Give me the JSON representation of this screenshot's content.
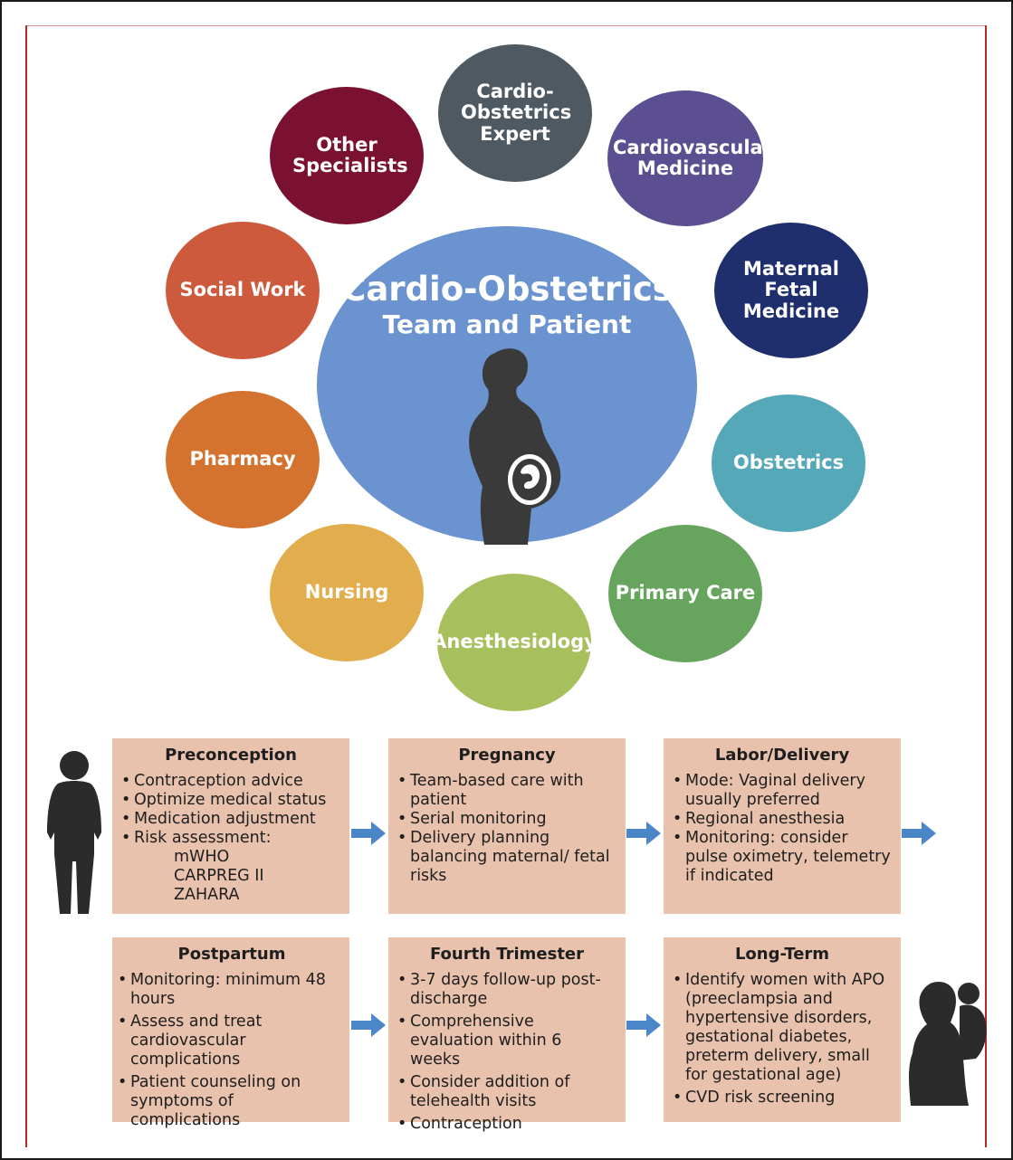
{
  "center": {
    "title": "Cardio-Obstetrics",
    "subtitle": "Team and Patient"
  },
  "team": [
    {
      "label": "Cardio-Obstetrics Expert",
      "color": "#4e5962"
    },
    {
      "label": "Cardiovascular Medicine",
      "color": "#5b4f92"
    },
    {
      "label": "Maternal Fetal Medicine",
      "color": "#1f2f6e"
    },
    {
      "label": "Obstetrics",
      "color": "#55a8b8"
    },
    {
      "label": "Primary Care",
      "color": "#67a55e"
    },
    {
      "label": "Anesthesiology",
      "color": "#a7bf5c"
    },
    {
      "label": "Nursing",
      "color": "#e2ad4c"
    },
    {
      "label": "Pharmacy",
      "color": "#d4732f"
    },
    {
      "label": "Social Work",
      "color": "#cd5a3d"
    },
    {
      "label": "Other Specialists",
      "color": "#7b1130"
    }
  ],
  "stages": {
    "preconception": {
      "title": "Preconception",
      "items": [
        "Contraception advice",
        "Optimize medical status",
        "Medication adjustment",
        "Risk assessment:"
      ],
      "sub": [
        "mWHO",
        "CARPREG II",
        "ZAHARA"
      ]
    },
    "pregnancy": {
      "title": "Pregnancy",
      "items": [
        "Team-based care with patient",
        "Serial monitoring",
        "Delivery planning balancing maternal/ fetal risks"
      ]
    },
    "labor": {
      "title": "Labor/Delivery",
      "items": [
        "Mode: Vaginal delivery usually preferred",
        "Regional anesthesia",
        "Monitoring: consider pulse oximetry, telemetry if indicated"
      ]
    },
    "postpartum": {
      "title": "Postpartum",
      "items": [
        "Monitoring: minimum 48 hours",
        "Assess and treat cardiovascular complications",
        "Patient counseling on symptoms of complications"
      ]
    },
    "fourth": {
      "title": "Fourth Trimester",
      "items": [
        "3-7 days follow-up post-discharge",
        "Comprehensive evaluation within 6 weeks",
        "Consider addition of telehealth visits",
        "Contraception"
      ]
    },
    "longterm": {
      "title": "Long-Term",
      "items": [
        "Identify women with APO (preeclampsia and hypertensive disorders, gestational diabetes, preterm delivery, small for gestational age)",
        "CVD risk screening"
      ]
    }
  },
  "colors": {
    "box": "#e8c2ad",
    "arrow": "#4a86c8",
    "center": "#6b93cf",
    "rule": "#b22a2a"
  }
}
